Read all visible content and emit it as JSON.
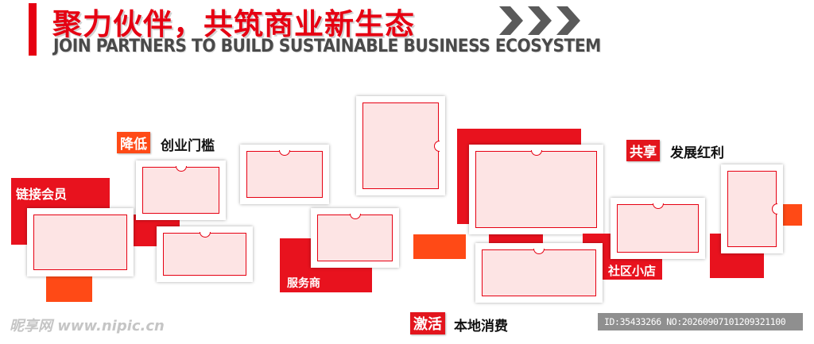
{
  "header": {
    "title_cn": "聚力伙伴，共筑商业新生态",
    "title_en": "JOIN PARTNERS TO BUILD SUSTAINABLE BUSINESS ECOSYSTEM"
  },
  "labels": {
    "link_members": "链接会员",
    "lower_tag": "降低",
    "lower_text": "创业门槛",
    "share_tag": "共享",
    "share_text": "发展红利",
    "service_providers": "服务商",
    "community_stores": "社区小店",
    "activate_tag": "激活",
    "activate_text": "本地消费"
  },
  "watermark": "昵享网 www.nipic.cn",
  "id_bar": "ID:35433266 NO:20260907101209321100",
  "colors": {
    "red": "#e8121e",
    "orange": "#ff4a16",
    "frame_fill": "#fde4e4",
    "title_red": "#e60012",
    "title_gray": "#4a4a4a"
  }
}
